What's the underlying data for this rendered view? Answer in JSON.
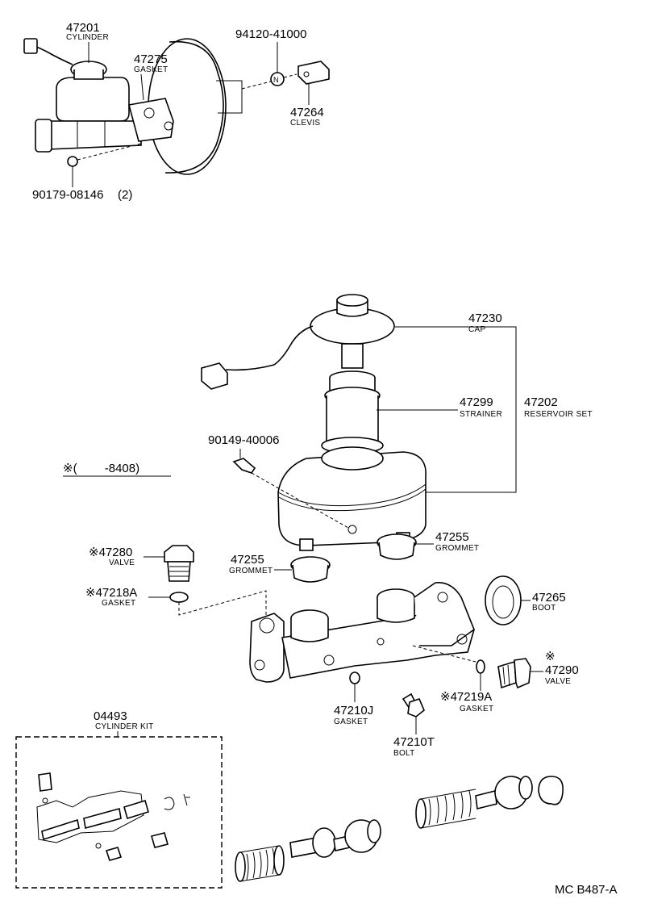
{
  "top_assembly": {
    "cylinder": {
      "number": "47201",
      "name": "CYLINDER"
    },
    "gasket": {
      "number": "47275",
      "name": "GASKET"
    },
    "nut": {
      "number": "94120-41000",
      "symbol": "N"
    },
    "clevis": {
      "number": "47264",
      "name": "CLEVIS"
    },
    "washer": {
      "number": "90179-08146",
      "qty": "(2)"
    }
  },
  "note": {
    "text": "※(　　 -8408)"
  },
  "reservoir": {
    "cap": {
      "number": "47230",
      "name": "CAP"
    },
    "strainer": {
      "number": "47299",
      "name": "STRAINER"
    },
    "reservoir_set": {
      "number": "47202",
      "name": "RESERVOIR SET"
    },
    "screw": {
      "number": "90149-40006"
    }
  },
  "body_parts": {
    "valve_a": {
      "number": "※47280",
      "name": "VALVE"
    },
    "gasket_a": {
      "number": "※47218A",
      "name": "GASKET"
    },
    "grommet_left": {
      "number": "47255",
      "name": "GROMMET"
    },
    "grommet_right": {
      "number": "47255",
      "name": "GROMMET"
    },
    "boot": {
      "number": "47265",
      "name": "BOOT"
    },
    "valve_b_mark": "※",
    "valve_b": {
      "number": "47290",
      "name": "VALVE"
    },
    "gasket_j": {
      "number": "47210J",
      "name": "GASKET"
    },
    "gasket_b": {
      "number": "※47219A",
      "name": "GASKET"
    },
    "bolt": {
      "number": "47210T",
      "name": "BOLT"
    }
  },
  "kit": {
    "number": "04493",
    "name": "CYLINDER KIT"
  },
  "figure_code": "MC B487-A"
}
